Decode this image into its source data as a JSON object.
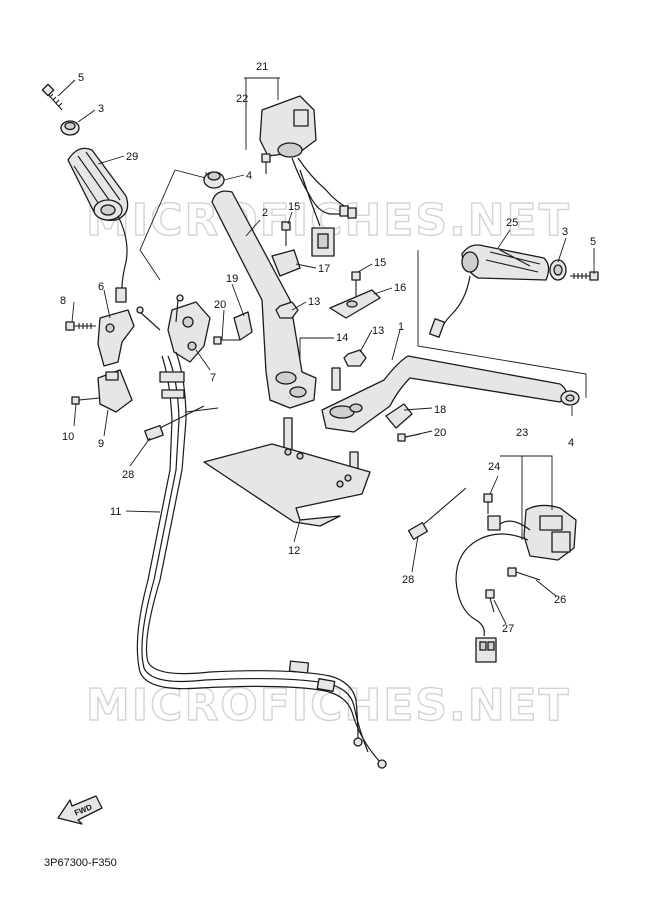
{
  "watermarks": [
    "MICROFICHES.NET",
    "MICROFICHES.NET"
  ],
  "callouts": {
    "c1": "1",
    "c2": "2",
    "c3a": "3",
    "c3b": "3",
    "c4a": "4",
    "c4b": "4",
    "c5a": "5",
    "c5b": "5",
    "c6": "6",
    "c7": "7",
    "c8": "8",
    "c9": "9",
    "c10": "10",
    "c11": "11",
    "c12": "12",
    "c13a": "13",
    "c13b": "13",
    "c14": "14",
    "c15a": "15",
    "c15b": "15",
    "c16": "16",
    "c17": "17",
    "c18": "18",
    "c19": "19",
    "c20a": "20",
    "c20b": "20",
    "c21": "21",
    "c22": "22",
    "c23": "23",
    "c24": "24",
    "c25": "25",
    "c26": "26",
    "c27": "27",
    "c28a": "28",
    "c28b": "28",
    "c29": "29"
  },
  "fwd_label": "FWD",
  "diagram_code": "3P67300-F350"
}
